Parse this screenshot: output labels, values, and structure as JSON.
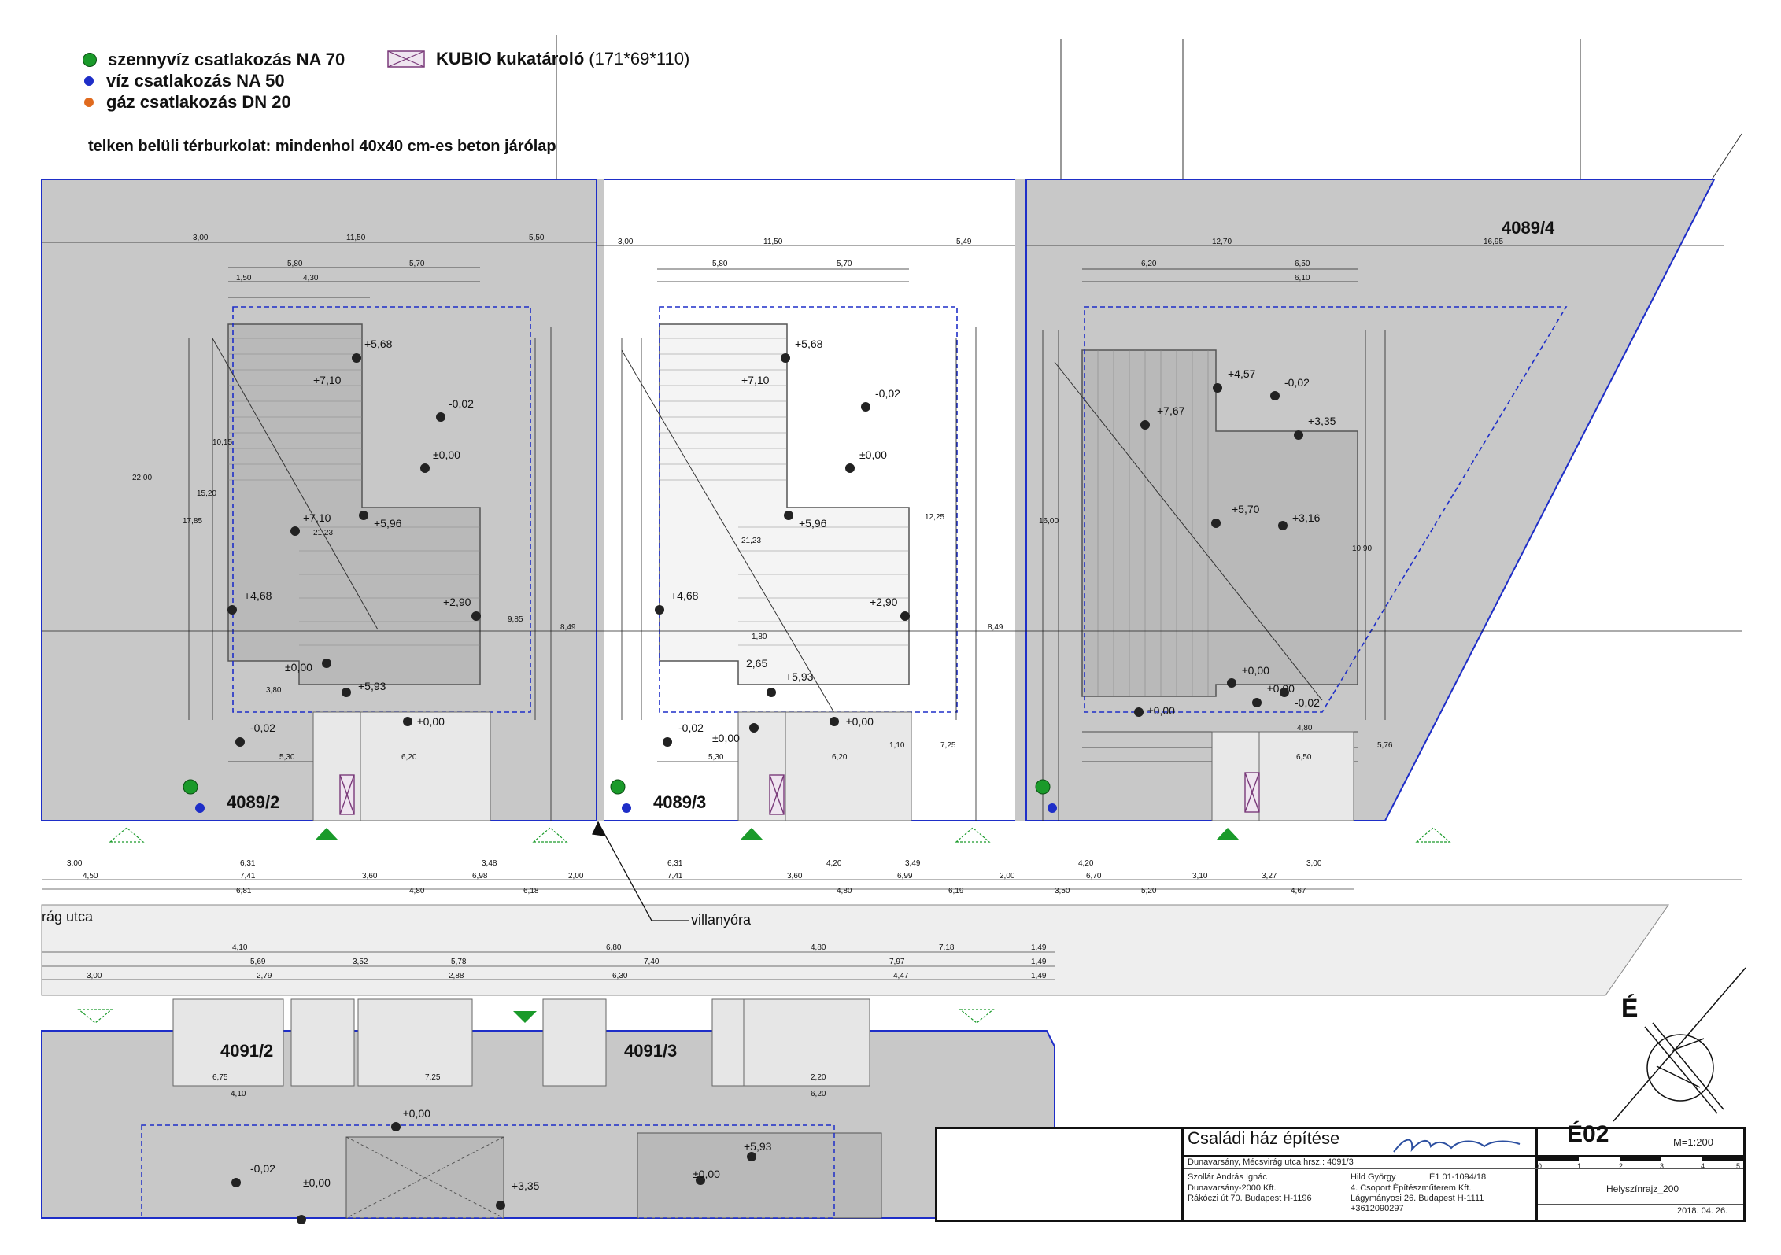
{
  "legend": {
    "items": [
      {
        "label": "szennyvíz csatlakozás NA 70",
        "color": "#1a9a2a",
        "icon": "green-dot-icon"
      },
      {
        "label": "víz csatlakozás NA 50",
        "color": "#1e2ec8",
        "icon": "blue-dot-icon"
      },
      {
        "label": "gáz csatlakozás DN 20",
        "color": "#e06a1e",
        "icon": "orange-dot-icon"
      }
    ],
    "kubio_label": "KUBIO kukatároló",
    "kubio_dims": "(171*69*110)",
    "paving_note": "telken belüli térburkolat: mindenhol 40x40 cm-es beton járólap"
  },
  "colors": {
    "plot_fill": "#c8c8c8",
    "building_fill": "#bdbdbd",
    "boundary": "#1e2ec8",
    "road_fill": "#eeeeee"
  },
  "plots": {
    "p2": "4089/2",
    "p3": "4089/3",
    "p4": "4089/4",
    "s2": "4091/2",
    "s3": "4091/3"
  },
  "street": {
    "name": "rág utca",
    "meter_label": "villanyóra"
  },
  "levels": {
    "l1": "+5,68",
    "l2": "+7,10",
    "l3": "-0,02",
    "l4": "±0,00",
    "l5": "+7,10",
    "l6": "+5,96",
    "l7": "+4,68",
    "l8": "+2,90",
    "l9": "±0,00",
    "l10": "+5,93",
    "l11": "-0,02",
    "l12": "±0,00",
    "l13": "+4,57",
    "l14": "+7,67",
    "l15": "+3,35",
    "l16": "+5,70",
    "l17": "+3,16",
    "l18": "±0,00",
    "l19": "-0,02",
    "l20": "±0,00",
    "l21": "+5,68",
    "l22": "+7,10",
    "l23": "±0,00",
    "l24": "+5,96",
    "l25": "+4,68",
    "l26": "+2,90",
    "l27": "2,65",
    "l28": "+5,93",
    "l29": "±0,00",
    "l30": "-0,02",
    "l31": "±0,00",
    "l32": "-0,02",
    "l33": "±0,00",
    "l34": "-0,02",
    "l35": "+5,93",
    "l36": "±0,00",
    "l37": "-0,02",
    "l38": "±0,00",
    "l39": "+3,35",
    "l40": "±0,00"
  },
  "dims": {
    "d1": "3,00",
    "d2": "11,50",
    "d3": "5,50",
    "d4": "5,80",
    "d5": "5,70",
    "d6": "1,50",
    "d7": "4,30",
    "d8": "17,85",
    "d9": "15,20",
    "d10": "10,15",
    "d11": "9,85",
    "d12": "8,49",
    "d13": "5,30",
    "d14": "6,20",
    "d15": "3,80",
    "d16": "12,70",
    "d17": "16,95",
    "d18": "16,00",
    "d19": "6,50",
    "d20": "6,10",
    "d21": "4,80",
    "d22": "5,76",
    "d23": "10,90",
    "d24": "5,49",
    "d25": "12,25",
    "d26": "6,31",
    "d27": "3,48",
    "d28": "6,98",
    "d29": "6,18",
    "d30": "7,41",
    "d31": "6,81",
    "d32": "4,50",
    "d33": "3,60",
    "d34": "3,49",
    "d35": "6,99",
    "d36": "6,19",
    "d37": "6,70",
    "d38": "3,50",
    "d39": "5,20",
    "d40": "3,27",
    "d41": "4,67",
    "d42": "4,10",
    "d43": "5,69",
    "d44": "3,52",
    "d45": "5,78",
    "d46": "6,80",
    "d47": "7,40",
    "d48": "7,18",
    "d49": "7,97",
    "d50": "2,79",
    "d51": "2,88",
    "d52": "6,30",
    "d53": "4,47",
    "d54": "1,49",
    "d55": "22,00",
    "d56": "21,23",
    "d57": "7,25",
    "d58": "1,10",
    "d59": "2,20",
    "d60": "4,20",
    "d61": "6,75",
    "d62": "7,25",
    "d63": "1,80",
    "d64": "3,10",
    "d65": "2,00"
  },
  "north_label": "É",
  "title_block": {
    "project_title": "Családi ház építése",
    "site_line": "Dunavarsány, Mécsvirág utca  hrsz.: 4091/3",
    "drawing_code": "É02",
    "scale": "M=1:200",
    "scale_ticks": [
      "0",
      "1",
      "2",
      "3",
      "4",
      "5"
    ],
    "client_name": "Szollár András Ignác",
    "client_line2": "Dunavarsány-2000 Kft.",
    "client_line3": "Rákóczi út 70. Budapest H-1196",
    "architect_name": "Hild György",
    "architect_reg": "É1 01-1094/18",
    "office_line1": "4. Csoport Építészműterem Kft.",
    "office_line2": "Lágymányosi 26. Budapest H-1111",
    "office_line3": "+3612090297",
    "drawing_name": "Helyszínrajz_200",
    "date": "2018. 04. 26."
  }
}
